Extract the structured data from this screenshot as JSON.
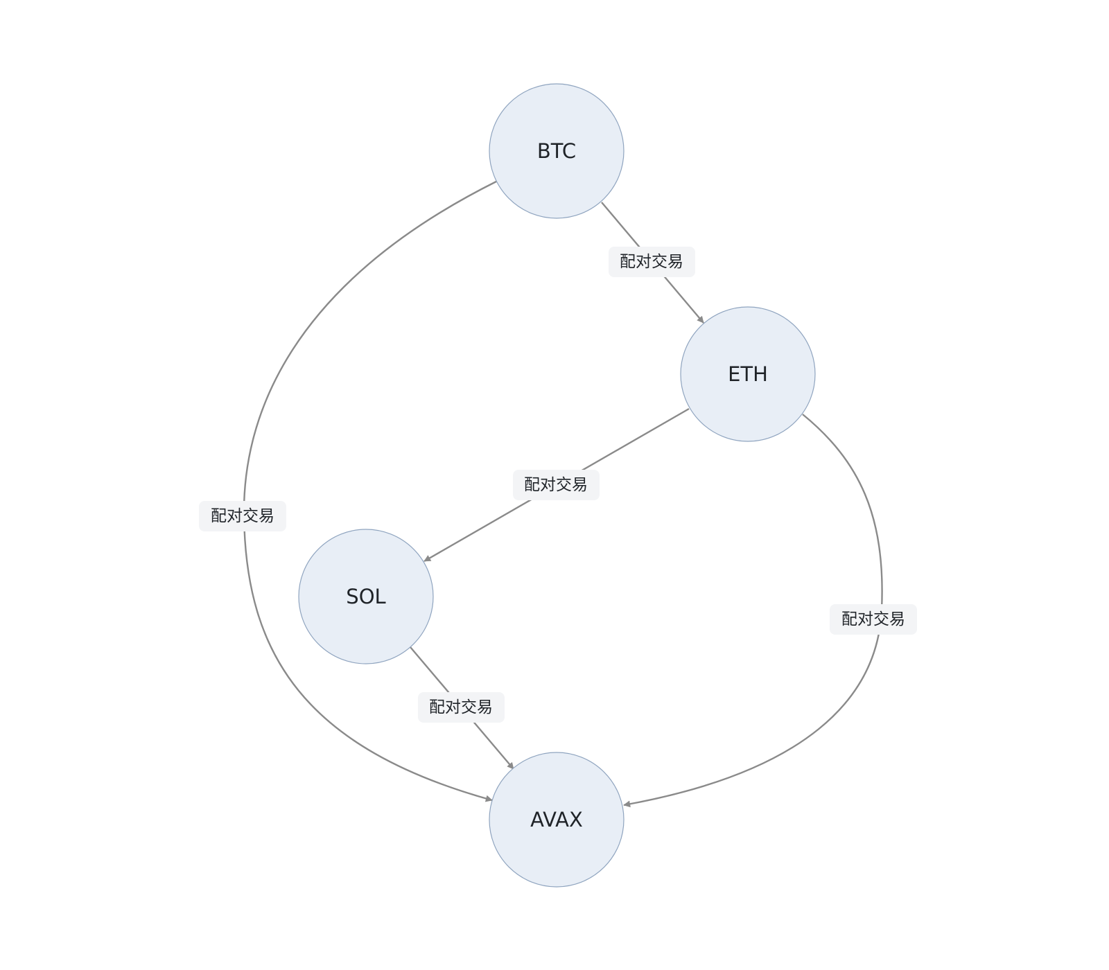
{
  "nodes": [
    {
      "id": "btc",
      "label": "BTC"
    },
    {
      "id": "eth",
      "label": "ETH"
    },
    {
      "id": "sol",
      "label": "SOL"
    },
    {
      "id": "avax",
      "label": "AVAX"
    }
  ],
  "edges": [
    {
      "id": "btc-eth",
      "from": "btc",
      "to": "eth",
      "label": "配对交易"
    },
    {
      "id": "eth-sol",
      "from": "eth",
      "to": "sol",
      "label": "配对交易"
    },
    {
      "id": "sol-avax",
      "from": "sol",
      "to": "avax",
      "label": "配对交易"
    },
    {
      "id": "btc-avax",
      "from": "btc",
      "to": "avax",
      "label": "配对交易"
    },
    {
      "id": "eth-avax",
      "from": "eth",
      "to": "avax",
      "label": "配对交易"
    }
  ],
  "colors": {
    "node_fill": "#e8eef6",
    "node_stroke": "#8fa4bf",
    "edge": "#8a8a8a",
    "edge_label_bg": "#f3f4f6",
    "text": "#1f2328"
  }
}
